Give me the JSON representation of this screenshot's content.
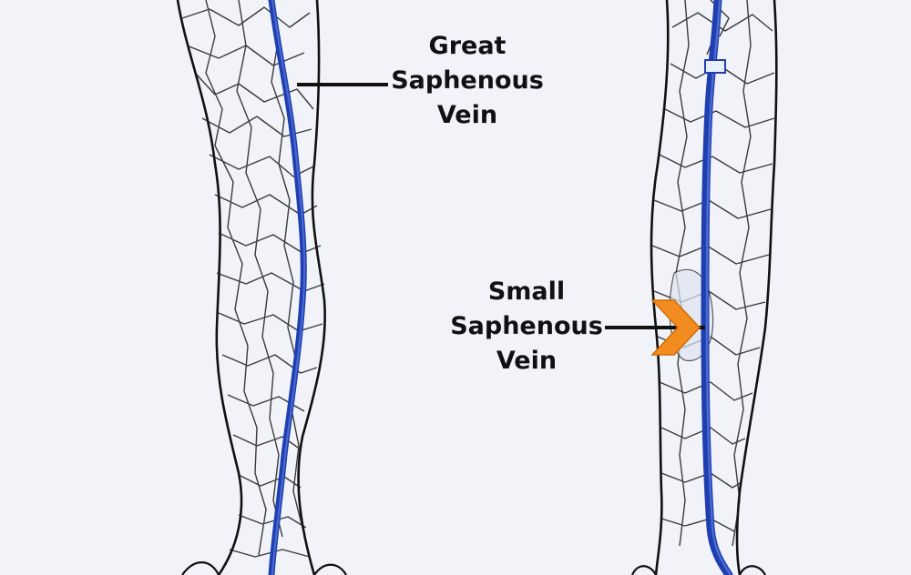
{
  "labels": {
    "great": [
      "Great",
      "Saphenous",
      "Vein"
    ],
    "small": [
      "Small",
      "Saphenous",
      "Vein"
    ]
  },
  "colors": {
    "background": "#f1f3f9",
    "outline": "#111111",
    "vein": "#1f3fb0",
    "vein_highlight": "#5d7fe0",
    "marker": "#f28c1e",
    "leader": "#111111"
  },
  "icons": {
    "marker": "chevron-arrow-icon"
  }
}
